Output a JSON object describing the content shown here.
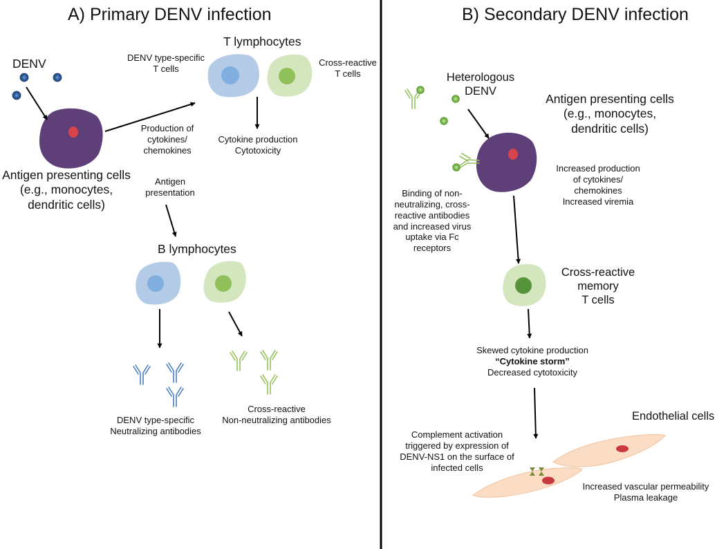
{
  "panel_a": {
    "title": "A) Primary DENV infection",
    "denv": "DENV",
    "t_lymphocytes": "T lymphocytes",
    "denv_type_specific_t_cells": [
      "DENV type-specific",
      "T cells"
    ],
    "cross_reactive_t_cells": [
      "Cross-reactive",
      "T cells"
    ],
    "production_cytokines": [
      "Production of",
      "cytokines/",
      "chemokines"
    ],
    "cytokine_production": [
      "Cytokine production",
      "Cytotoxicity"
    ],
    "apc": [
      "Antigen presenting cells",
      "(e.g., monocytes,",
      "dendritic cells)"
    ],
    "antigen_presentation": [
      "Antigen",
      "presentation"
    ],
    "b_lymphocytes": "B lymphocytes",
    "neutralizing_antibodies": [
      "DENV type-specific",
      "Neutralizing antibodies"
    ],
    "non_neutralizing_antibodies": [
      "Cross-reactive",
      "Non-neutralizing antibodies"
    ]
  },
  "panel_b": {
    "title": "B) Secondary DENV infection",
    "heterologous_denv": [
      "Heterologous",
      "DENV"
    ],
    "apc": [
      "Antigen presenting cells",
      "(e.g., monocytes,",
      "dendritic cells)"
    ],
    "increased_production": [
      "Increased production",
      "of cytokines/",
      "chemokines",
      "Increased viremia"
    ],
    "binding_text": [
      "Binding of non-",
      "neutralizing, cross-",
      "reactive antibodies",
      "and increased virus",
      "uptake via Fc",
      "receptors"
    ],
    "memory_t_cells": [
      "Cross-reactive",
      "memory",
      "T cells"
    ],
    "skewed_cytokine": "Skewed cytokine production",
    "cytokine_storm": "“Cytokine storm”",
    "decreased_cytotoxicity": "Decreased cytotoxicity",
    "endothelial_cells": "Endothelial cells",
    "complement_activation": [
      "Complement activation",
      "triggered by expression of",
      "DENV-NS1 on the surface of",
      "infected cells"
    ],
    "vascular_permeability": [
      "Increased vascular permeability",
      "Plasma leakage"
    ]
  },
  "colors": {
    "apc_body": "#5e3f78",
    "apc_nucleus": "#d9434c",
    "virus": "#2e5f9e",
    "virus_hetero": "#82c050",
    "blue_cell": "#b3cbe6",
    "blue_nucleus": "#7faedf",
    "green_cell": "#d4e6bd",
    "green_nucleus": "#8fc05a",
    "green_nucleus_dark": "#57933a",
    "blue_antibody": "#4a7fc0",
    "green_antibody": "#93c25a",
    "endothelial_body": "#fbdcc4",
    "endothelial_nucleus": "#c9383e",
    "complement": "#7a8a3a"
  }
}
